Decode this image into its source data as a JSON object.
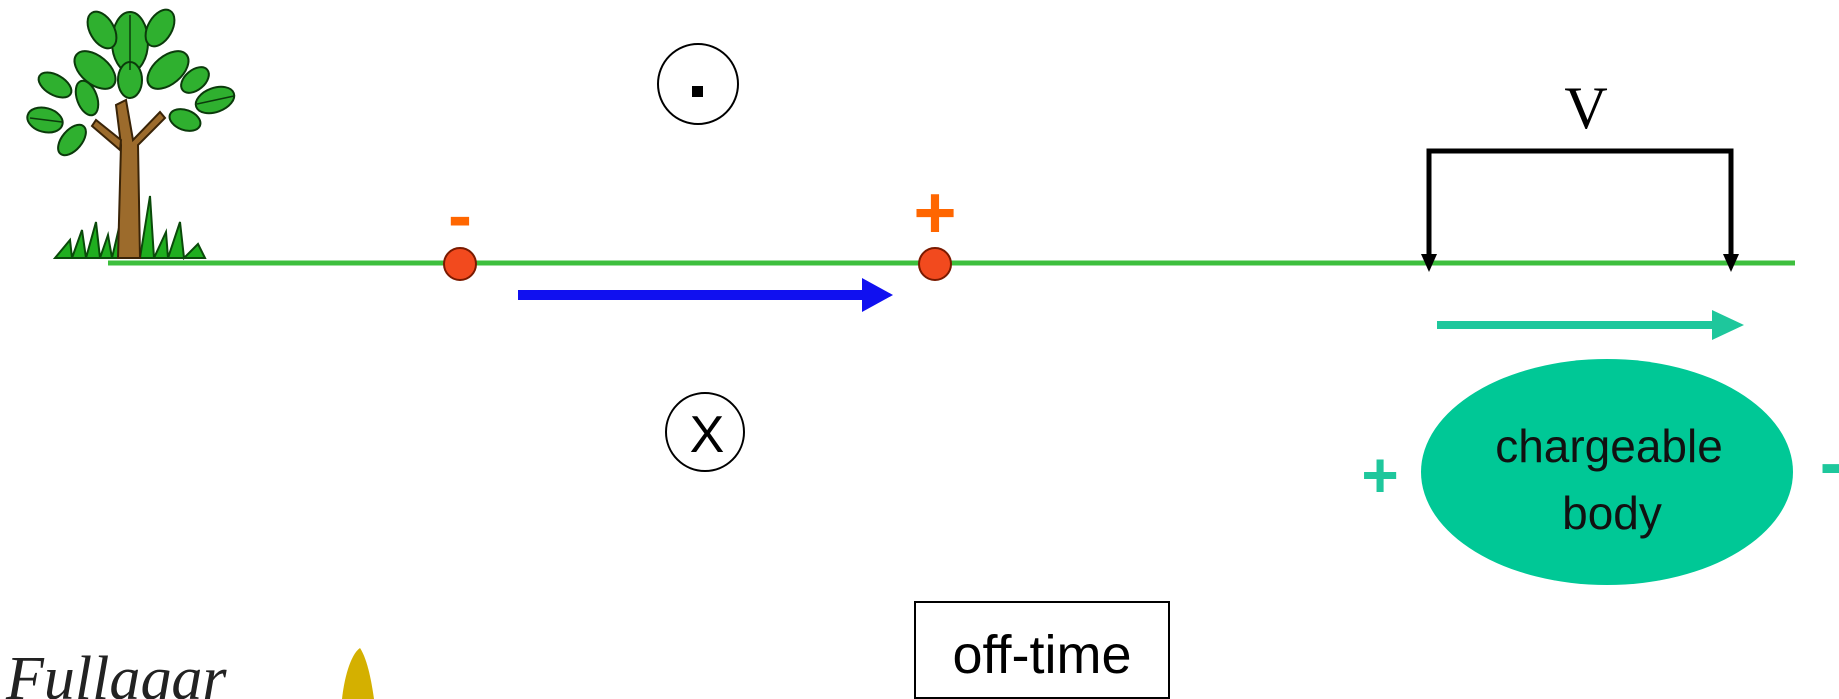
{
  "symbols": {
    "field_out": "·",
    "field_in": "X"
  },
  "charges": {
    "left_sign": "-",
    "right_sign": "+"
  },
  "voltmeter": {
    "label": "V"
  },
  "body": {
    "label_line1": "chargeable",
    "label_line2": "body",
    "left_sign": "+",
    "right_sign": "-"
  },
  "status_box": {
    "label": "off-time"
  },
  "logo": {
    "text": "Fullagar"
  },
  "icons": {
    "tree": "tree-icon",
    "field_out": "circle-dot-icon",
    "field_in": "circle-x-icon",
    "current_arrow": "arrow-right-icon",
    "body_arrow": "arrow-right-icon",
    "logo_mark": "flame-icon"
  },
  "colors": {
    "ground_line": "#3dbf3d",
    "charge_fill": "#f24a1e",
    "charge_sign": "#ff6600",
    "current_arrow": "#1010f0",
    "body_fill": "#00c896",
    "body_arrow": "#1ec79c",
    "voltmeter": "#000000",
    "logo_mark": "#d4b000"
  }
}
